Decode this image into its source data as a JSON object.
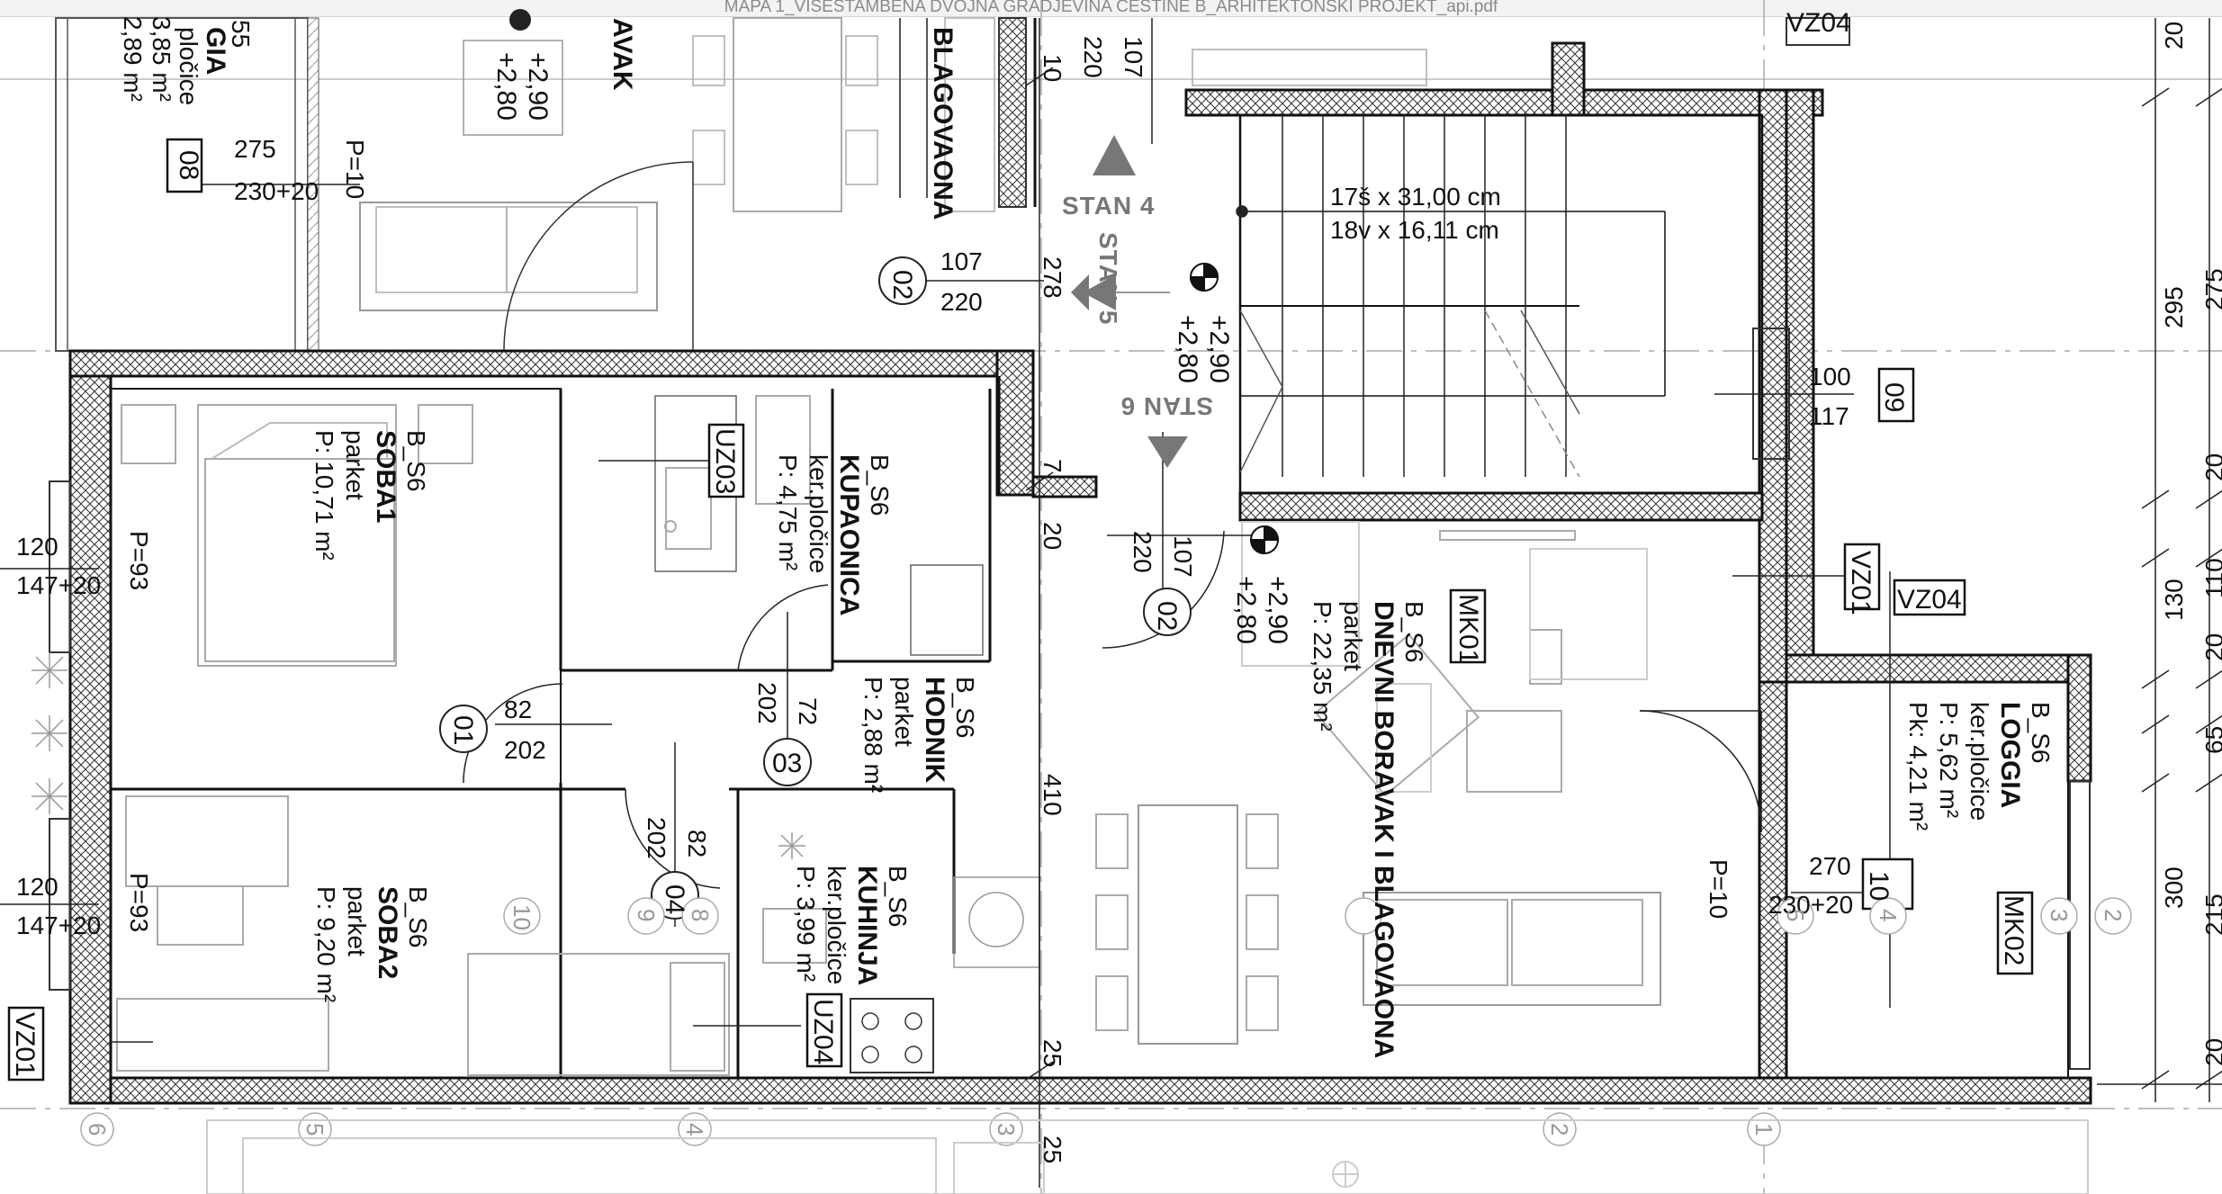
{
  "document": {
    "title": "MAPA 1_VISESTAMBENA DVOJNA GRADJEVINA CESTINE B_ARHITEKTONSKI PROJEKT_api.pdf"
  },
  "rooms": {
    "soba1": {
      "code": "B_S6",
      "name": "SOBA1",
      "finish": "parket",
      "area": "P: 10,71 m²"
    },
    "soba2": {
      "code": "B_S6",
      "name": "SOBA2",
      "finish": "parket",
      "area": "P: 9,20 m²"
    },
    "kupaonica": {
      "code": "B_S6",
      "name": "KUPAONICA",
      "finish": "ker.pločice",
      "area": "P: 4,75 m²"
    },
    "hodnik": {
      "code": "B_S6",
      "name": "HODNIK",
      "finish": "parket",
      "area": "P: 2,88 m²"
    },
    "kuhinja": {
      "code": "B_S6",
      "name": "KUHINJA",
      "finish": "ker.pločice",
      "area": "P: 3,99 m²"
    },
    "dnevni": {
      "code": "B_S6",
      "name": "DNEVNI BORAVAK I BLAGOVAONA",
      "finish": "parket",
      "area": "P: 22,35 m²"
    },
    "loggia": {
      "code": "B_S6",
      "name": "LOGGIA",
      "finish": "ker.pločice",
      "area": "P: 5,62 m²",
      "area2": "Pk: 4,21 m²"
    },
    "top_left": {
      "name_part": "GIA",
      "finish_part": "pločice",
      "area_part": "3,85 m²",
      "area2_part": "2,89 m²",
      "code_part": "55"
    },
    "top_mid_name_part": "AVAK",
    "blagovaona": "BLAGOVAONA"
  },
  "stans": {
    "s4": "STAN 4",
    "s5": "STAN 5",
    "s6": "STAN 6"
  },
  "stair": {
    "line1": "17š x 31,00 cm",
    "line2": "18v x 16,11 cm"
  },
  "levels": {
    "top_a": "+2,90",
    "top_b": "+2,80",
    "stair_a": "+2,90",
    "stair_b": "+2,80",
    "living_a": "+2,90",
    "living_b": "+2,80"
  },
  "tags": {
    "uz03": "UZ03",
    "uz04": "UZ04",
    "vz01_left": "VZ01",
    "vz01_right": "VZ01",
    "vz04": "VZ04",
    "vz04_top": "VZ04",
    "mk01": "MK01",
    "mk02": "MK02",
    "win08": "08",
    "win09": "09",
    "win10": "10"
  },
  "doors": {
    "d01": {
      "tag": "01",
      "w": "82",
      "h": "202"
    },
    "d02a": {
      "tag": "02",
      "w": "107",
      "h": "220"
    },
    "d02b": {
      "tag": "02",
      "w": "107",
      "h": "220"
    },
    "d03": {
      "tag": "03",
      "w": "72",
      "h": "202"
    },
    "d04": {
      "tag": "04",
      "w": "82",
      "h": "202"
    },
    "d_top": {
      "w": "107",
      "h": "220"
    }
  },
  "openings": {
    "o08_w": "275",
    "o08_h": "230+20",
    "o08_p": "P=10",
    "w1_w": "120",
    "w1_h": "147+20",
    "w1_p": "P=93",
    "w2_w": "120",
    "w2_h": "147+20",
    "w2_p": "P=93",
    "o09_w": "100",
    "o09_h": "117",
    "o10_w": "270",
    "o10_h": "230+20",
    "o10_p": "P=10"
  },
  "dimensions": {
    "d10": "10",
    "d278": "278",
    "d7": "7",
    "d20a": "20",
    "d410": "410",
    "d25a": "25",
    "d25b": "25",
    "r20a": "20",
    "r295": "295",
    "r275": "275",
    "r20b": "20",
    "r110": "110",
    "r130": "130",
    "r20c": "20",
    "r65": "65",
    "r300": "300",
    "r215": "215",
    "r20d": "20"
  },
  "axes": [
    "6",
    "5",
    "4",
    "3",
    "2",
    "1"
  ],
  "furniture_labels": [
    "10",
    "9",
    "8",
    "5",
    "4",
    "3",
    "2"
  ]
}
